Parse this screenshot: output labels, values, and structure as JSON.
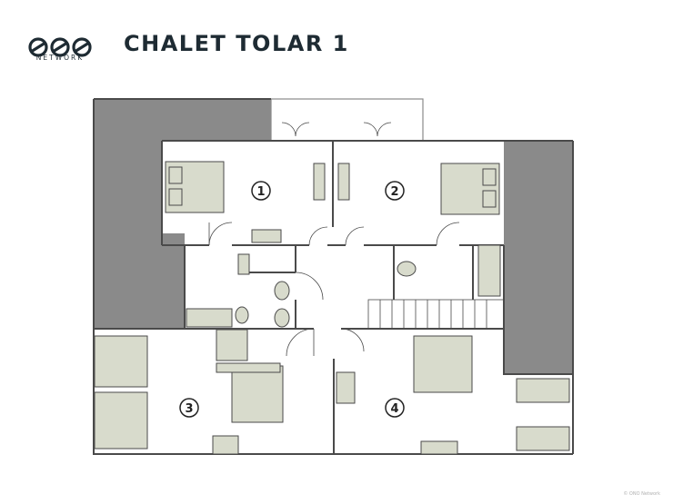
{
  "brand": {
    "name": "NETWORK",
    "logo_icon": "ono-network-logo"
  },
  "title": "CHALET TOLAR 1",
  "copyright": "© ONO Network",
  "colors": {
    "wall": "#4a4a4a",
    "shaded": "#8a8a8a",
    "furniture": "#d8dbcc",
    "background": "#ffffff"
  },
  "rooms": [
    {
      "id": "room-1",
      "number": "1"
    },
    {
      "id": "room-2",
      "number": "2"
    },
    {
      "id": "room-3",
      "number": "3"
    },
    {
      "id": "room-4",
      "number": "4"
    }
  ]
}
